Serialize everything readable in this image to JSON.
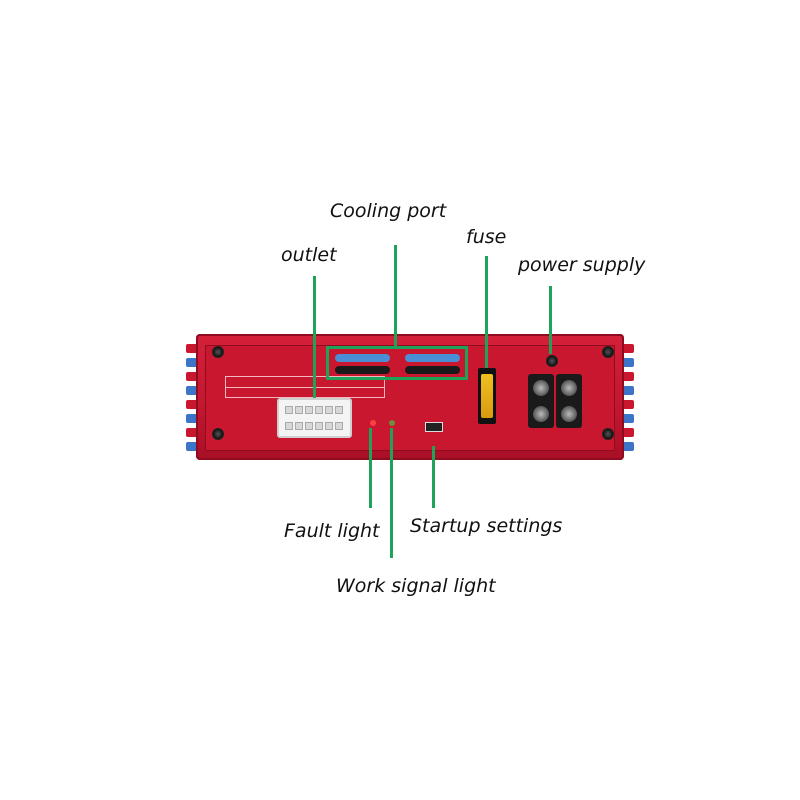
{
  "labels": {
    "cooling_port": "Cooling port",
    "outlet": "outlet",
    "fuse": "fuse",
    "power_supply": "power supply",
    "fault_light": "Fault light",
    "startup_settings": "Startup settings",
    "work_signal_light": "Work signal light"
  },
  "device": {
    "body_color": "#c8172f",
    "fin_color": "#3c74c8",
    "annotation_color": "#1fa35a"
  }
}
